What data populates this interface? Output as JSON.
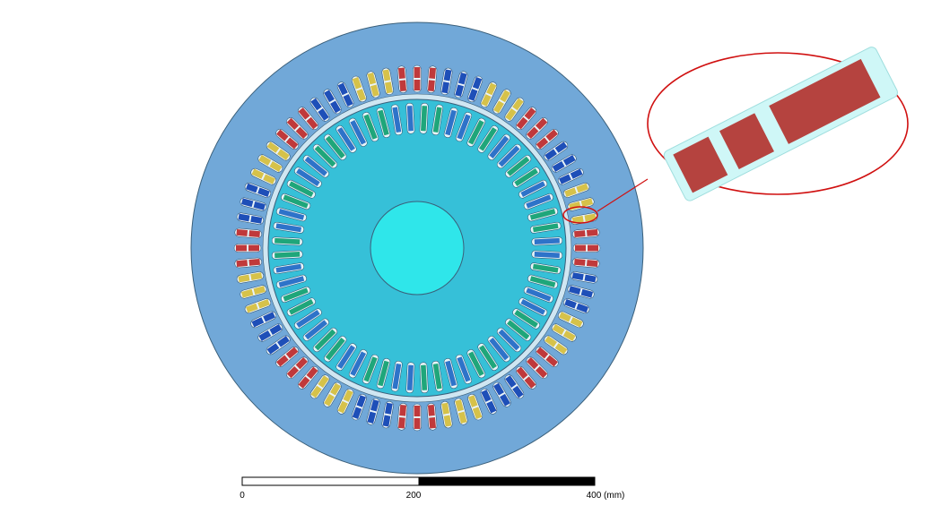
{
  "scale_bar": {
    "tick_labels": [
      "0",
      "200",
      "400 (mm)"
    ]
  },
  "colors": {
    "stator_core": "#71A8D8",
    "rotor_core": "#36C0D8",
    "shaft": "#2FE6EA",
    "outline": "#3a5f7a",
    "phase_red": "#C0393B",
    "phase_blue": "#1E4FB8",
    "phase_yellow": "#D6C24A",
    "rotor_bar_green": "#1FA67A",
    "rotor_bar_blue": "#2E73C9",
    "zoom_outline": "#D01010",
    "zoom_slot_fill": "#CFF7F7",
    "zoom_conductor": "#B5433F"
  },
  "stator_phase_pattern": [
    "red",
    "red",
    "blue",
    "blue",
    "blue",
    "yellow",
    "yellow",
    "yellow",
    "red"
  ],
  "rotor_bar_pattern": [
    "green",
    "green",
    "blue",
    "blue"
  ],
  "stator_slot_count": 72,
  "rotor_slot_count": 60
}
